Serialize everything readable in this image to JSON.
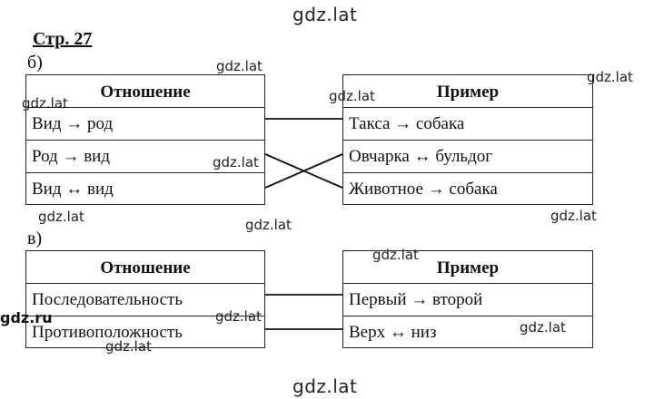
{
  "watermark": "gdz.lat",
  "watermark_alt": "gdz.ru",
  "page_label": "Стр. 27",
  "section_b": {
    "label": "б)",
    "relation_header": "Отношение",
    "relations": [
      "Вид → род",
      "Род → вид",
      "Вид ↔ вид"
    ],
    "example_header": "Пример",
    "examples": [
      "Такса → собака",
      "Овчарка ↔ бульдог",
      "Животное → собака"
    ]
  },
  "section_v": {
    "label": "в)",
    "relation_header": "Отношение",
    "relations": [
      "Последовательность",
      "Противоположность"
    ],
    "example_header": "Пример",
    "examples": [
      "Первый → второй",
      "Верх ↔ низ"
    ]
  }
}
